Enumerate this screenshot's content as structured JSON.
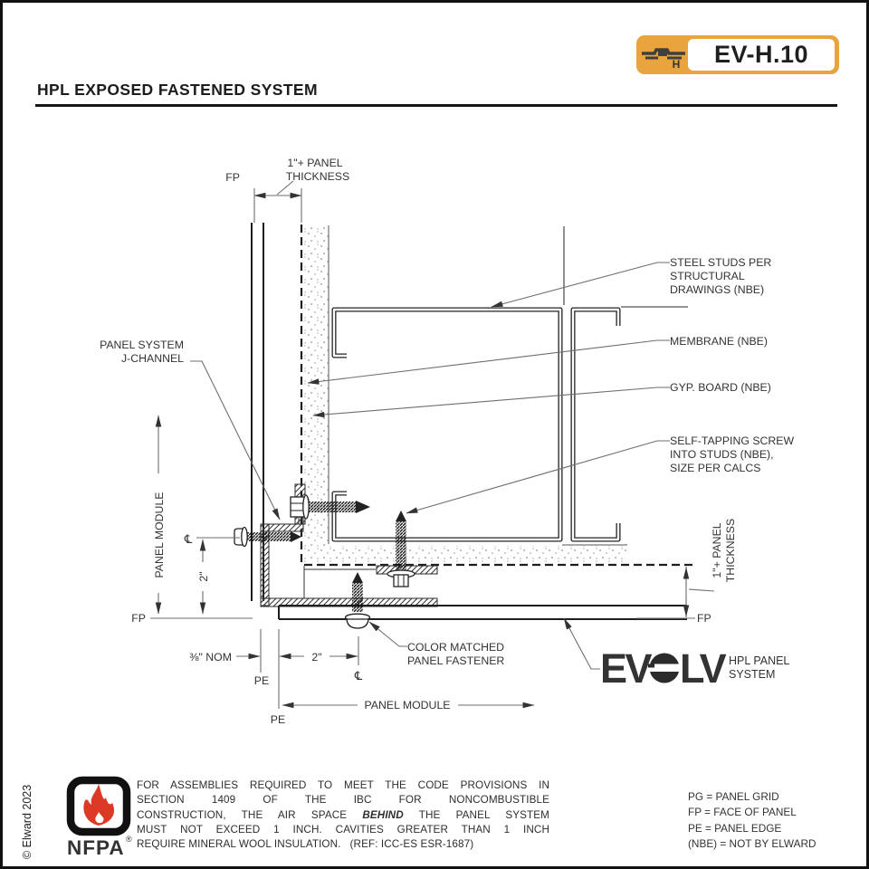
{
  "header": {
    "title": "HPL EXPOSED FASTENED SYSTEM",
    "badge": {
      "code": "EV-H.10",
      "icon_letter": "H"
    }
  },
  "drawing": {
    "callouts": {
      "steel_studs_line1": "STEEL STUDS PER",
      "steel_studs_line2": "STRUCTURAL",
      "steel_studs_line3": "DRAWINGS (NBE)",
      "membrane": "MEMBRANE (NBE)",
      "gyp_board": "GYP. BOARD (NBE)",
      "self_tapping_line1": "SELF-TAPPING SCREW",
      "self_tapping_line2": "INTO STUDS (NBE),",
      "self_tapping_line3": "SIZE PER CALCS",
      "j_channel_line1": "PANEL SYSTEM",
      "j_channel_line2": "J-CHANNEL",
      "fastener_line1": "COLOR MATCHED",
      "fastener_line2": "PANEL FASTENER"
    },
    "dimensions": {
      "panel_thickness_line1": "1\"+ PANEL",
      "panel_thickness_line2": "THICKNESS",
      "panel_module": "PANEL MODULE",
      "two_inches": "2\"",
      "three_eighths_nom": "⅜\" NOM",
      "fp": "FP",
      "pe": "PE",
      "centerline": "℄"
    }
  },
  "branding": {
    "evolv": {
      "prefix": "EV",
      "suffix": "LV",
      "tagline_line1": "HPL PANEL",
      "tagline_line2": "SYSTEM"
    },
    "nfpa": {
      "name": "NFPA",
      "registered": "®"
    }
  },
  "footnote": {
    "line1": "FOR ASSEMBLIES REQUIRED TO MEET THE CODE PROVISIONS IN",
    "line2": "SECTION 1409 OF THE IBC FOR NONCOMBUSTIBLE",
    "line3_pre": "CONSTRUCTION, THE AIR SPACE ",
    "line3_bold": "BEHIND",
    "line3_post": " THE PANEL SYSTEM",
    "line4": "MUST NOT EXCEED 1 INCH.  CAVITIES GREATER THAN 1 INCH",
    "line5": "REQUIRE MINERAL WOOL INSULATION.   (REF: ICC-ES ESR-1687)"
  },
  "legend": {
    "pg": "PG = PANEL GRID",
    "fp": "FP = FACE OF PANEL",
    "pe": "PE = PANEL EDGE",
    "nbe": "(NBE) = NOT BY ELWARD"
  },
  "footer": {
    "copyright": "© Elward 2023"
  },
  "colors": {
    "badge_orange": "#E9A43E",
    "nfpa_red": "#DC3A27",
    "line_dark": "#2b2b2b",
    "line_dim": "#6e6e6e"
  }
}
